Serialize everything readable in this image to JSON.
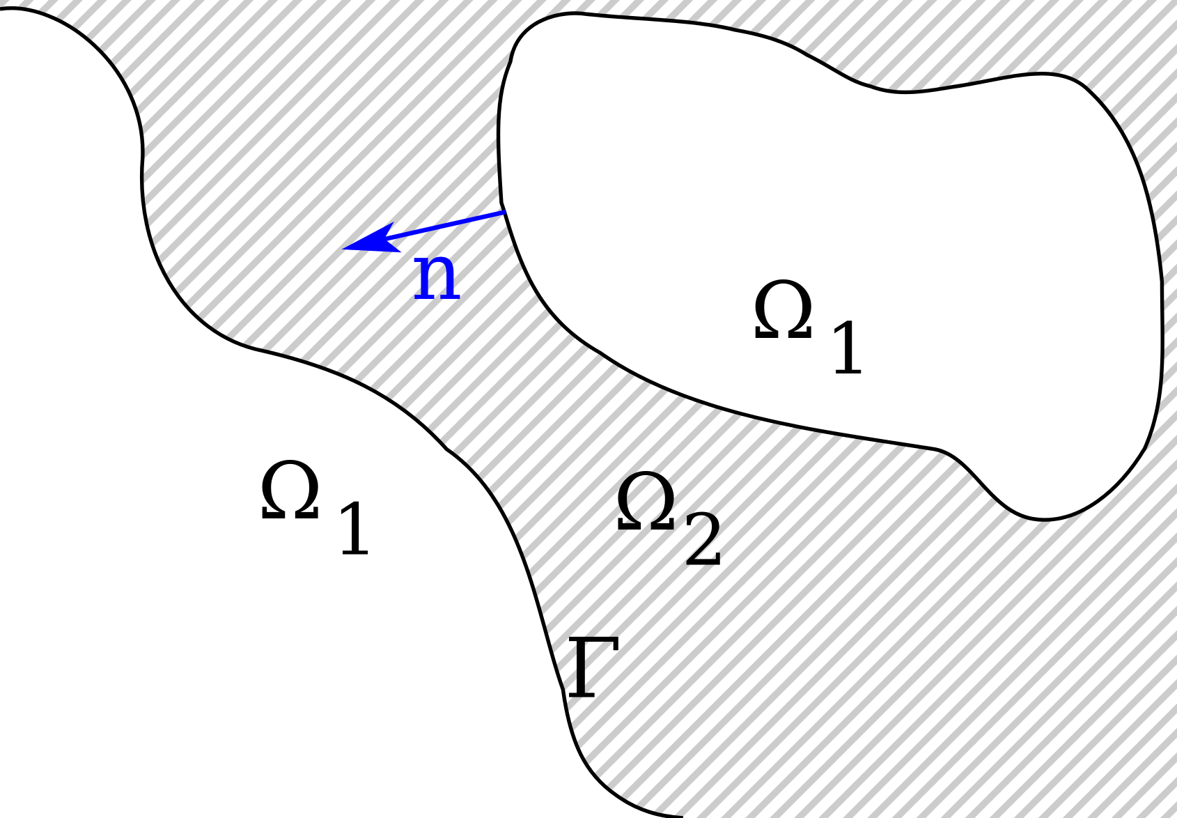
{
  "labels": {
    "omega1_right": {
      "symbol": "Ω",
      "sub": "1"
    },
    "omega1_left": {
      "symbol": "Ω",
      "sub": "1"
    },
    "omega2": {
      "symbol": "Ω",
      "sub": "2"
    },
    "gamma": "Γ",
    "normal": "n"
  },
  "colors": {
    "hatch": "#cccccc",
    "boundary": "#000000",
    "normal": "#0000ff"
  }
}
